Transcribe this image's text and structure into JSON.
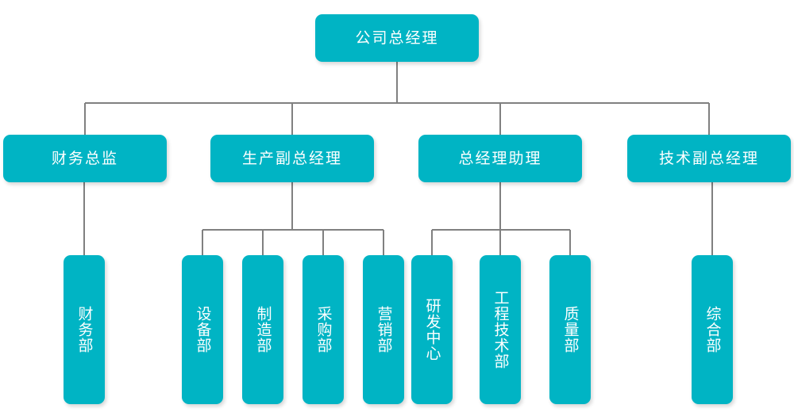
{
  "chart_data": {
    "type": "diagram",
    "diagram_kind": "organization-chart",
    "title": "",
    "orientation": "top-down",
    "colors": {
      "node_fill": "#00b4c4",
      "node_text": "#ffffff",
      "connector": "#808080",
      "background": "#ffffff"
    },
    "levels": 3,
    "node_count": 14
  },
  "nodes": {
    "ceo": {
      "label": "公司总经理",
      "level": 1,
      "orientation": "horizontal"
    },
    "cfo": {
      "label": "财务总监",
      "level": 2,
      "orientation": "horizontal"
    },
    "prod_vp": {
      "label": "生产副总经理",
      "level": 2,
      "orientation": "horizontal"
    },
    "gm_asst": {
      "label": "总经理助理",
      "level": 2,
      "orientation": "horizontal"
    },
    "tech_vp": {
      "label": "技术副总经理",
      "level": 2,
      "orientation": "horizontal"
    },
    "finance_dept": {
      "label": "财务部",
      "level": 3,
      "orientation": "vertical",
      "parent": "cfo"
    },
    "equipment": {
      "label": "设备部",
      "level": 3,
      "orientation": "vertical",
      "parent": "prod_vp"
    },
    "manufacture": {
      "label": "制造部",
      "level": 3,
      "orientation": "vertical",
      "parent": "prod_vp"
    },
    "purchasing": {
      "label": "采购部",
      "level": 3,
      "orientation": "vertical",
      "parent": "prod_vp"
    },
    "marketing": {
      "label": "营销部",
      "level": 3,
      "orientation": "vertical",
      "parent": "prod_vp"
    },
    "rnd_center": {
      "label": "研发中心",
      "level": 3,
      "orientation": "vertical",
      "parent": "gm_asst"
    },
    "engineering": {
      "label": "工程技术部",
      "level": 3,
      "orientation": "vertical",
      "parent": "gm_asst"
    },
    "quality": {
      "label": "质量部",
      "level": 3,
      "orientation": "vertical",
      "parent": "gm_asst"
    },
    "general_dept": {
      "label": "综合部",
      "level": 3,
      "orientation": "vertical",
      "parent": "tech_vp"
    }
  }
}
